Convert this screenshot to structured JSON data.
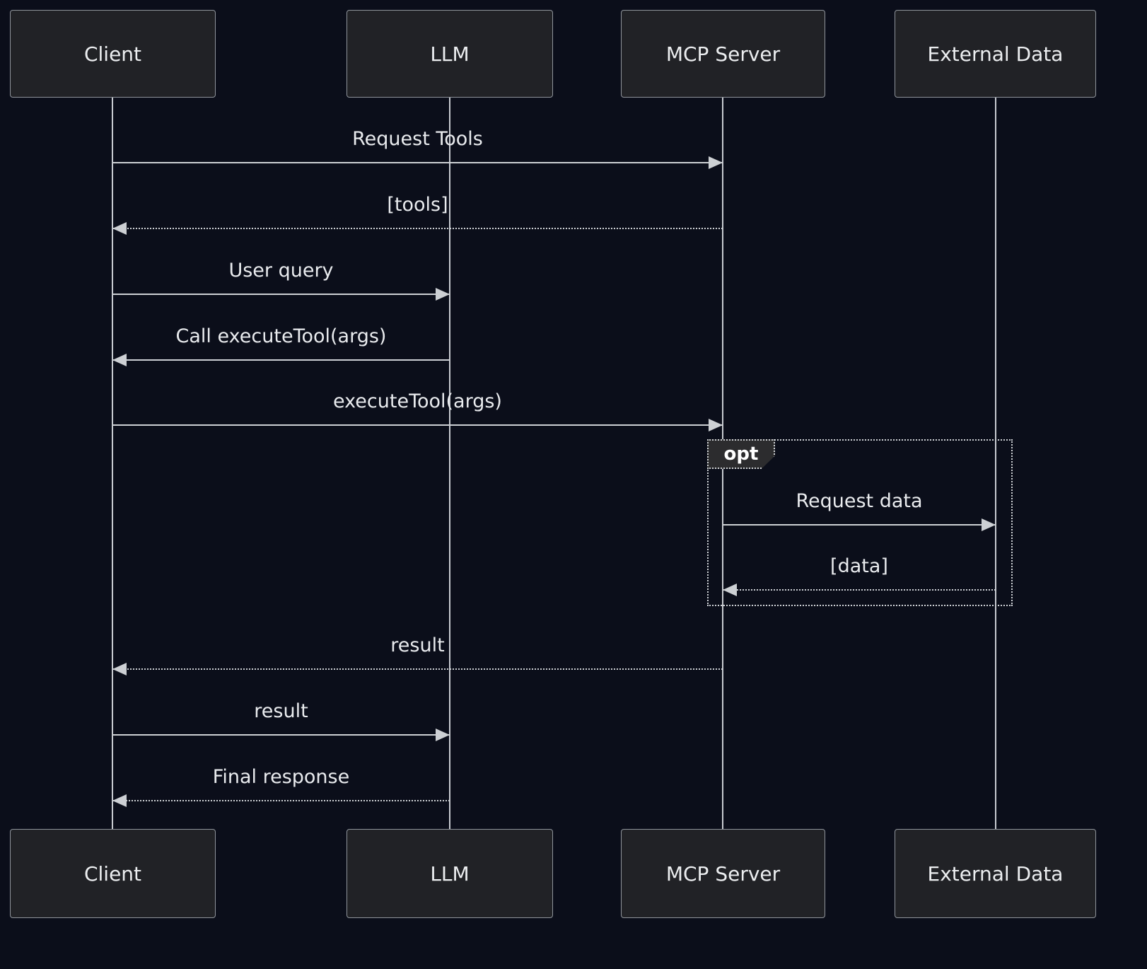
{
  "diagram_type": "sequence-diagram",
  "actors": [
    "Client",
    "LLM",
    "MCP Server",
    "External Data"
  ],
  "messages": [
    {
      "label": "Request Tools",
      "from": "Client",
      "to": "MCP Server",
      "line": "solid"
    },
    {
      "label": "[tools]",
      "from": "MCP Server",
      "to": "Client",
      "line": "dashed"
    },
    {
      "label": "User query",
      "from": "Client",
      "to": "LLM",
      "line": "solid"
    },
    {
      "label": "Call executeTool(args)",
      "from": "LLM",
      "to": "Client",
      "line": "solid"
    },
    {
      "label": "executeTool(args)",
      "from": "Client",
      "to": "MCP Server",
      "line": "solid"
    },
    {
      "label": "Request data",
      "from": "MCP Server",
      "to": "External Data",
      "line": "solid"
    },
    {
      "label": "[data]",
      "from": "External Data",
      "to": "MCP Server",
      "line": "dashed"
    },
    {
      "label": "result",
      "from": "MCP Server",
      "to": "Client",
      "line": "dashed"
    },
    {
      "label": "result",
      "from": "Client",
      "to": "LLM",
      "line": "solid"
    },
    {
      "label": "Final response",
      "from": "LLM",
      "to": "Client",
      "line": "dashed"
    }
  ],
  "fragment": {
    "opt_label": "opt"
  },
  "colors": {
    "background": "#0b0e1a",
    "actor_fill": "#212226",
    "actor_border": "#8f949b",
    "line": "#cdd0d4",
    "text": "#e9ebee"
  }
}
